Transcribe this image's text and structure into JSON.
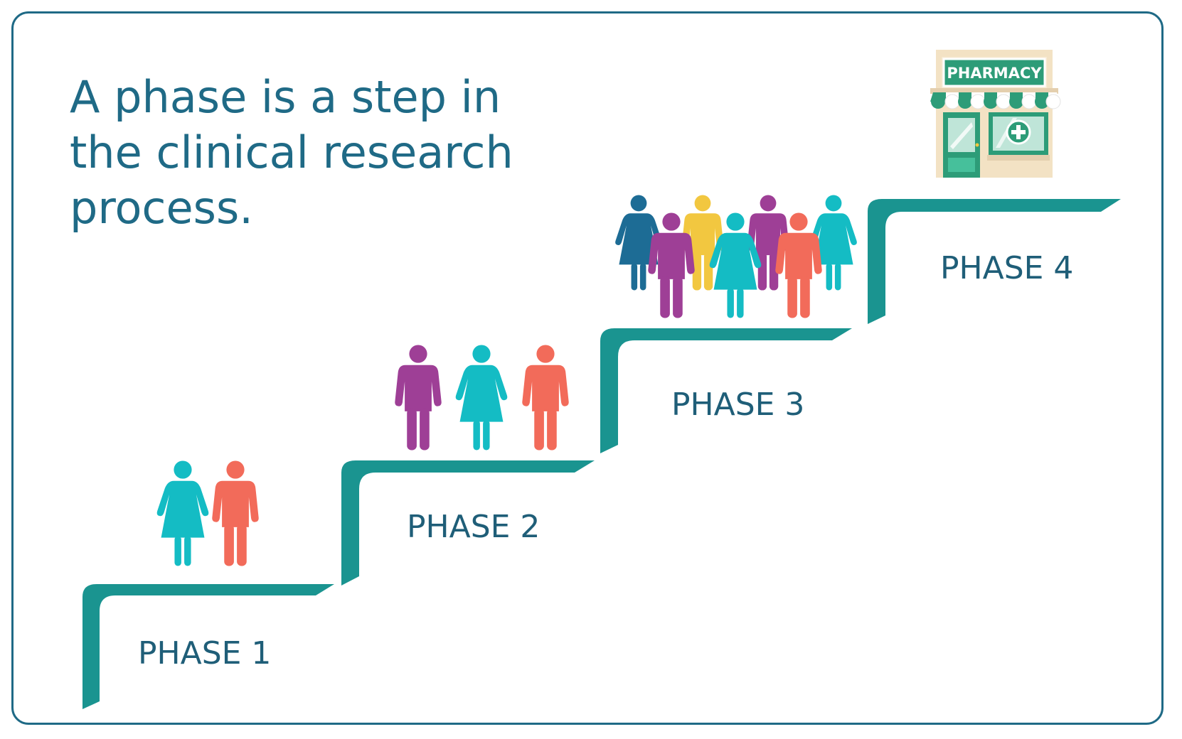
{
  "headline": "A phase is a step in the clinical research process.",
  "phases": [
    {
      "label": "PHASE 1",
      "participants": 2
    },
    {
      "label": "PHASE 2",
      "participants": 3
    },
    {
      "label": "PHASE 3",
      "participants": 7
    },
    {
      "label": "PHASE 4",
      "participants": 0
    }
  ],
  "pharmacy": {
    "sign": "PHARMACY"
  },
  "colors": {
    "frame": "#1f6a86",
    "text": "#1f6a86",
    "stair": "#1a9490",
    "teal": "#14bcc4",
    "coral": "#f26b5a",
    "purple": "#9e3f96",
    "yellow": "#f2c740",
    "navy": "#1d6c95"
  },
  "icons": [
    "person-female-icon",
    "person-male-icon",
    "pharmacy-store-icon"
  ]
}
